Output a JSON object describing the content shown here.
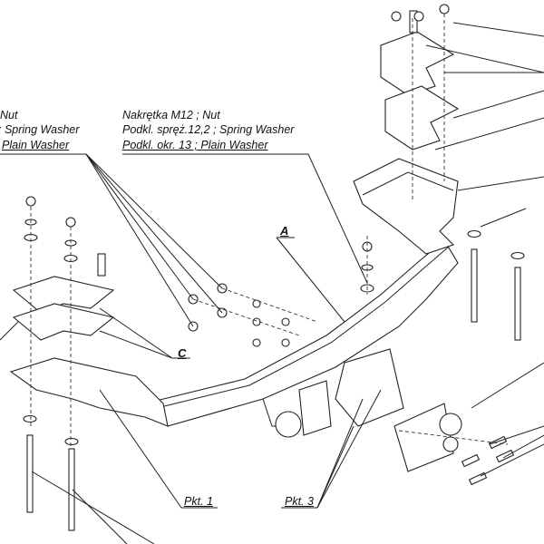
{
  "left_callout": {
    "line1": "Nut",
    "line2": ": Spring Washer",
    "line3": "Plain Washer"
  },
  "center_callout": {
    "line1": "Nakrętka  M12 ; Nut",
    "line2": "Podkl. spręż.12,2 ; Spring Washer",
    "line3": "Podkl. okr. 13 ; Plain Washer"
  },
  "labels": {
    "a": "A",
    "c": "C",
    "pkt1": "Pkt. 1",
    "pkt3": "Pkt. 3"
  }
}
